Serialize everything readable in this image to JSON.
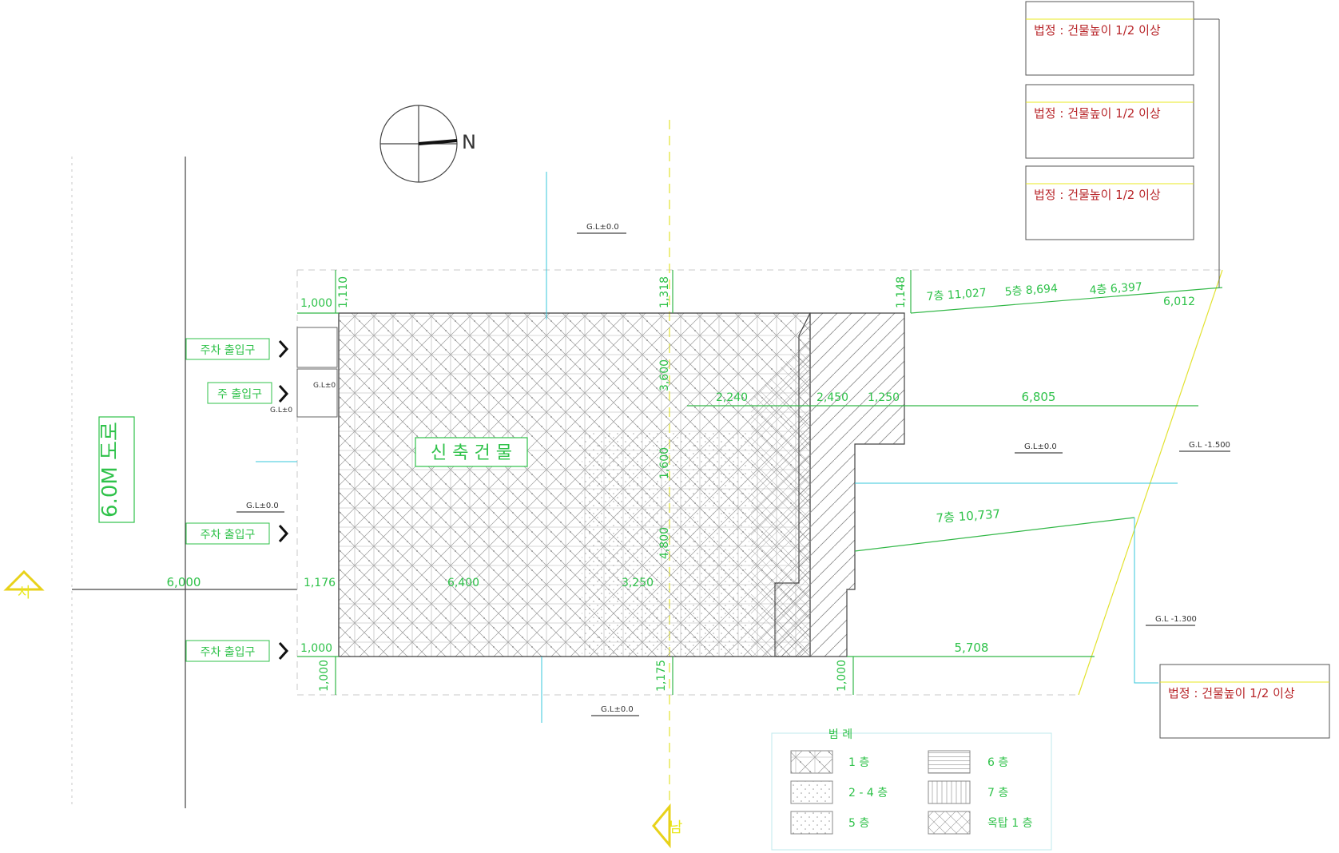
{
  "road": {
    "label": "6.0M 도로"
  },
  "building": {
    "label": "신 축 건 물"
  },
  "entrances": {
    "parking_1": "주차 출입구",
    "main": "주 출입구",
    "parking_2": "주차 출입구",
    "parking_3": "주차 출입구"
  },
  "directions": {
    "west": "서",
    "south": "남",
    "north": "N"
  },
  "levels": {
    "gl_top": "G.L±0.0",
    "gl_left": "G.L±0.0",
    "gl_bottom": "G.L±0.0",
    "gl_mid_right": "G.L±0.0",
    "gl_right": "G.L -1.500",
    "gl_lower_right": "G.L -1.300",
    "gl_entry_a": "G.L±0",
    "gl_entry_b": "G.L±0"
  },
  "dimensions": {
    "left_road": "6,000",
    "top_left_h": "1,000",
    "top_left_v": "1,110",
    "top_center_v": "1,318",
    "top_right_v": "1,148",
    "left_mid": "1,176",
    "bottom_left_h": "1,000",
    "bottom_left_v": "1,000",
    "bottom_center_v": "1,175",
    "bottom_right_v": "1,000",
    "inner_a": "6,400",
    "inner_b": "3,250",
    "right_a": "2,240",
    "right_b": "2,450",
    "right_c": "1,250",
    "right_d": "6,805",
    "right_e": "5,708",
    "right_f": "6,012",
    "vert_a": "3,600",
    "vert_b": "1,600",
    "vert_c": "4,800"
  },
  "height_labels": {
    "top_7": "7층 11,027",
    "top_5": "5층 8,694",
    "top_4": "4층 6,397",
    "mid_7": "7층 10,737"
  },
  "setback_boxes": [
    {
      "law": "법정 : 건물높이 1/2 이상"
    },
    {
      "law": "법정 : 건물높이 1/2 이상"
    },
    {
      "law": "법정 : 건물높이 1/2 이상"
    },
    {
      "law": "법정 : 건물높이 1/2 이상"
    }
  ],
  "legend": {
    "title": "범 례",
    "items": [
      {
        "label": "1  층"
      },
      {
        "label": "2 - 4  층"
      },
      {
        "label": "5  층"
      },
      {
        "label": "6  층"
      },
      {
        "label": "7  층"
      },
      {
        "label": "옥탑 1 층"
      }
    ]
  },
  "colors": {
    "green": "#2fc24a",
    "cyan": "#35c6dc",
    "yellow": "#e8e820",
    "red": "#b8262a"
  }
}
